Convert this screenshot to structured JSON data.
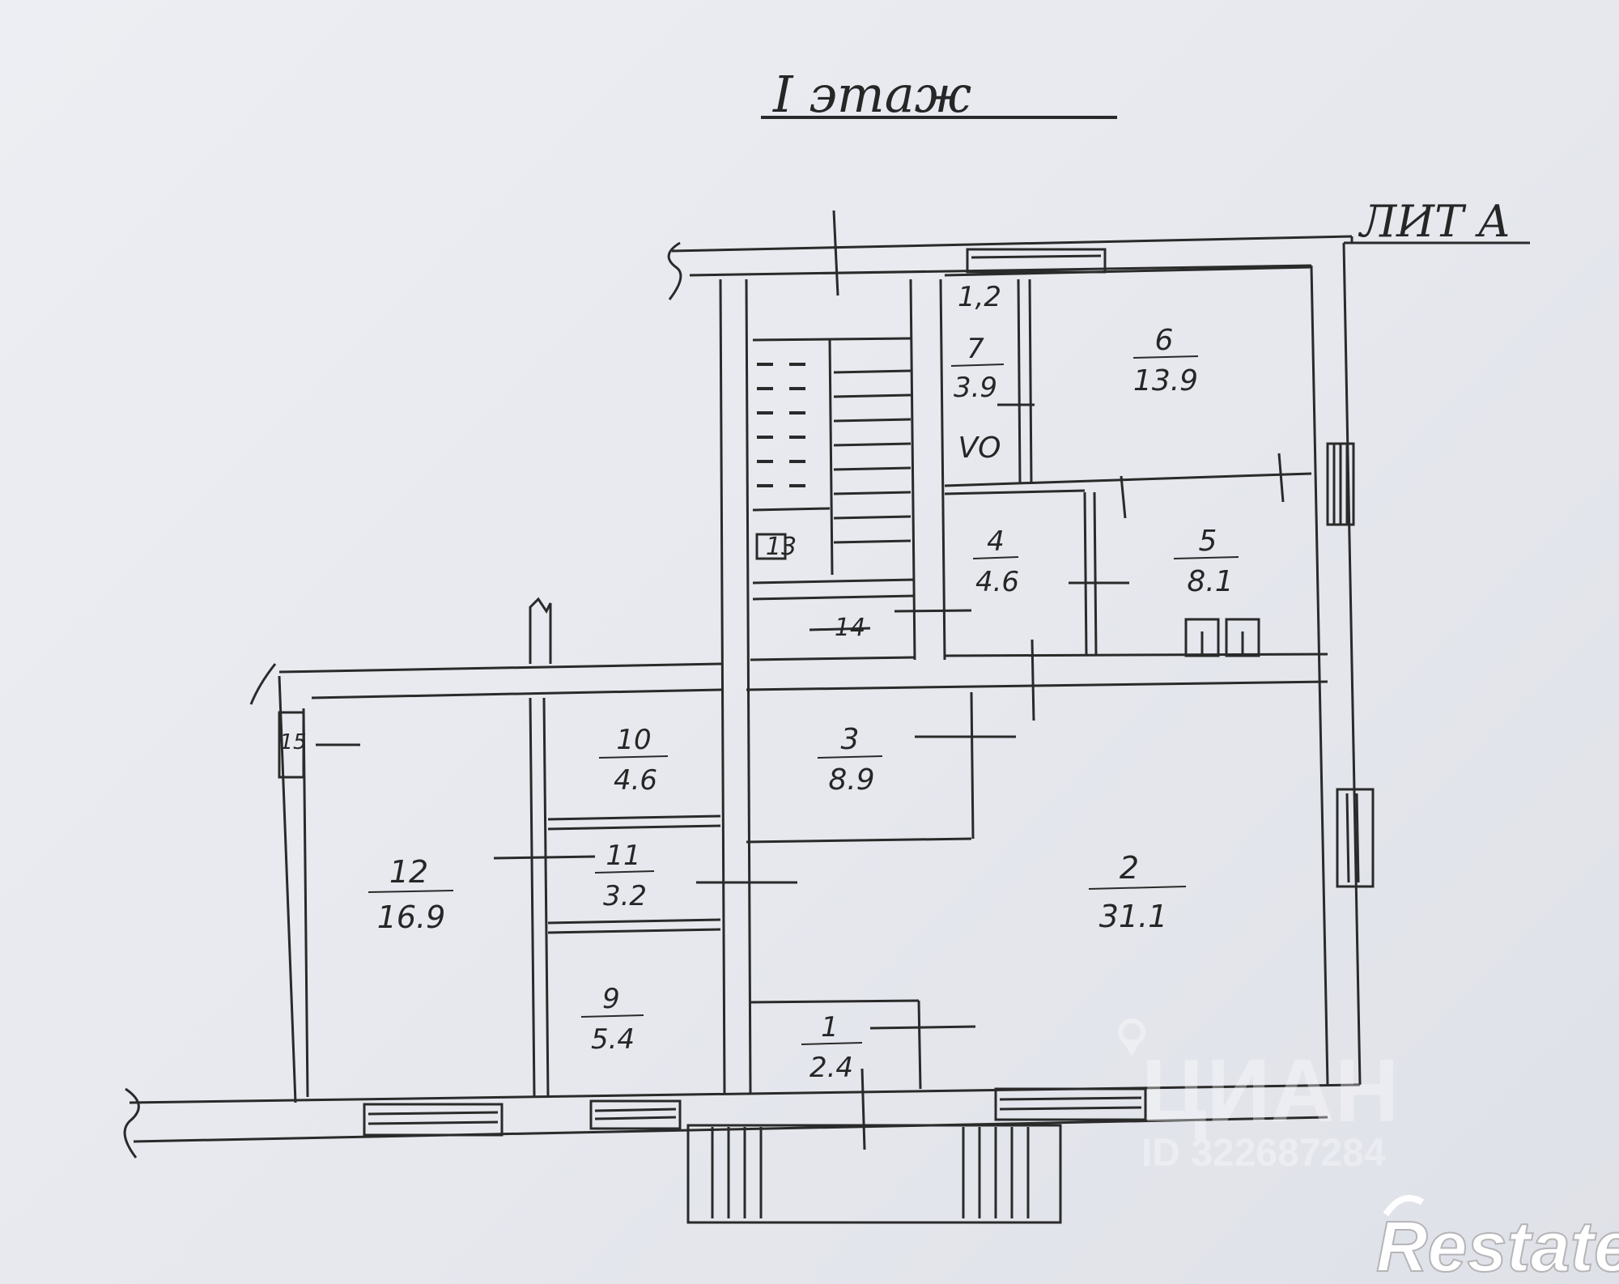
{
  "plan": {
    "title": "I этаж",
    "label_lit": "ЛИТ А",
    "annotation_vo": "VO",
    "annotation_12": "1,2",
    "room_13_num": "13",
    "room_14_num": "14",
    "room_15_num": "15",
    "rooms": [
      {
        "num": "1",
        "area": "2.4"
      },
      {
        "num": "2",
        "area": "31.1"
      },
      {
        "num": "3",
        "area": "8.9"
      },
      {
        "num": "4",
        "area": "4.6"
      },
      {
        "num": "5",
        "area": "8.1"
      },
      {
        "num": "6",
        "area": "13.9"
      },
      {
        "num": "7",
        "area": "3.9"
      },
      {
        "num": "9",
        "area": "5.4"
      },
      {
        "num": "10",
        "area": "4.6"
      },
      {
        "num": "11",
        "area": "3.2"
      },
      {
        "num": "12",
        "area": "16.9"
      }
    ]
  },
  "watermark": {
    "brand": "ЦИАН",
    "id_text": "ID 322687284"
  },
  "logo": {
    "text": "Restate"
  }
}
